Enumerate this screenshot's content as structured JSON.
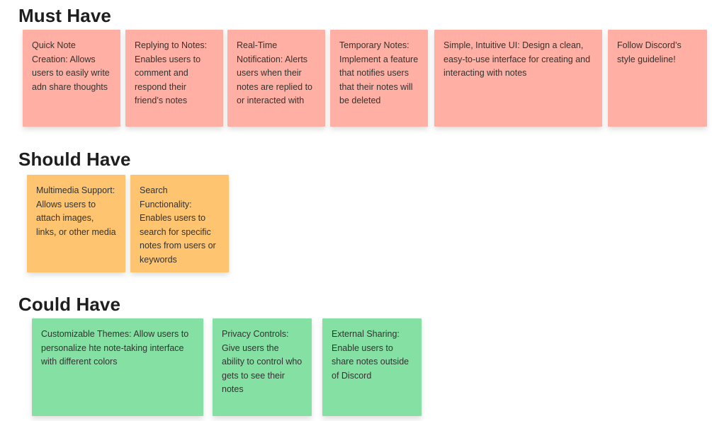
{
  "board": {
    "kind": "sticky-note prioritization board"
  },
  "colors": {
    "canvas_background": "#FFFFFF",
    "heading_text": "#1E1E1E",
    "note_text": "#333330",
    "must_have_note": "#FFAFA3",
    "should_have_note": "#FFC470",
    "could_have_note": "#85E0A3"
  },
  "sections": [
    {
      "title": "Must Have",
      "note_color": "#FFAFA3",
      "notes": [
        {
          "text": "Quick Note Creation: Allows users to easily write adn share thoughts"
        },
        {
          "text": "Replying to Notes: Enables users to comment and respond their friend’s notes"
        },
        {
          "text": "Real-Time Notification: Alerts users when their notes are replied to or interacted with"
        },
        {
          "text": "Temporary Notes: Implement a feature that notifies users that their notes will be deleted"
        },
        {
          "text": "Simple, Intuitive UI: Design a clean, easy-to-use interface for creating and interacting with notes"
        },
        {
          "text": "Follow Discord’s style guideline!"
        }
      ]
    },
    {
      "title": "Should Have",
      "note_color": "#FFC470",
      "notes": [
        {
          "text": "Multimedia Support: Allows users to attach images, links, or other media"
        },
        {
          "text": "Search Functionality: Enables users to search for specific notes from users or keywords"
        }
      ]
    },
    {
      "title": "Could Have",
      "note_color": "#85E0A3",
      "notes": [
        {
          "text": "Customizable Themes: Allow users to personalize hte note-taking interface with different colors"
        },
        {
          "text": "Privacy Controls: Give users the ability to control who gets to see their notes"
        },
        {
          "text": "External Sharing: Enable users to share notes outside of Discord"
        }
      ]
    }
  ]
}
